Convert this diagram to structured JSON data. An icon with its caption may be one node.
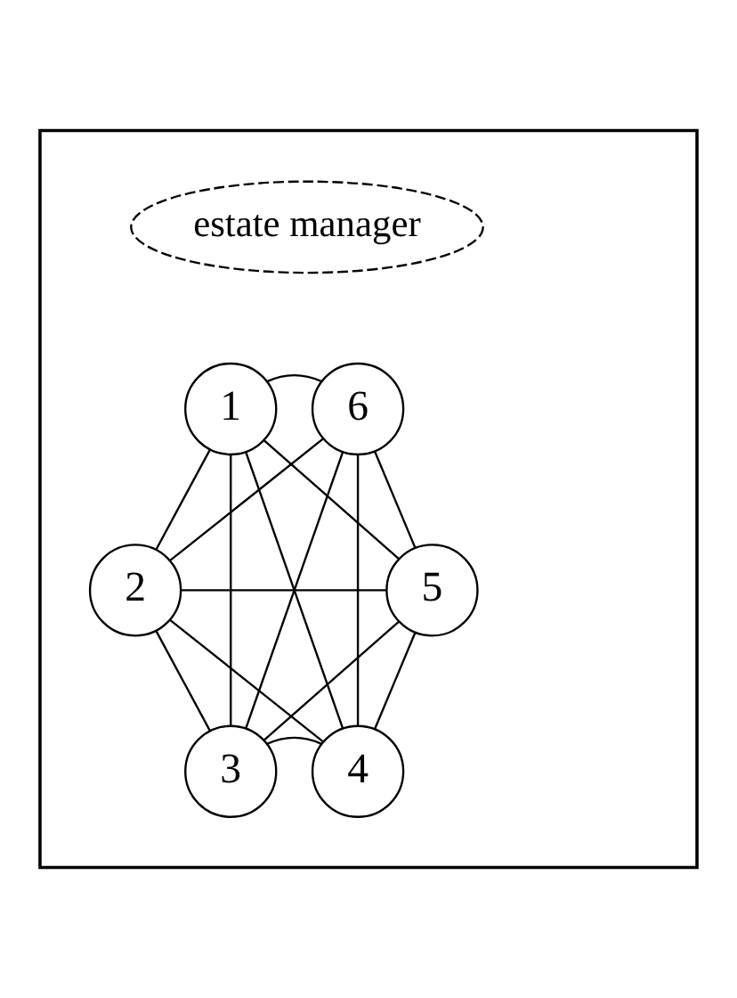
{
  "diagram": {
    "nodes": [
      {
        "text": [],
        "shape": "box"
      },
      {
        "text": [
          "estate manager"
        ],
        "in": 0
      },
      {
        "text": [
          "1"
        ],
        "in": 0
      },
      {
        "text": [
          "6"
        ],
        "in": 0
      },
      {
        "text": [
          "2"
        ],
        "in": 0
      },
      {
        "text": [
          "5"
        ],
        "in": 0
      },
      {
        "text": [
          "3"
        ],
        "in": 0
      },
      {
        "text": [
          "4"
        ],
        "in": 0
      }
    ],
    "edges": [
      {
        "from": 2,
        "to": 3,
        "arrow": "none"
      },
      {
        "from": 2,
        "to": 4,
        "arrow": "none"
      },
      {
        "from": 2,
        "to": 5,
        "arrow": "none"
      },
      {
        "from": 2,
        "to": 6,
        "arrow": "none"
      },
      {
        "from": 2,
        "to": 7,
        "arrow": "none"
      },
      {
        "from": 3,
        "to": 4,
        "arrow": "none"
      },
      {
        "from": 3,
        "to": 5,
        "arrow": "none"
      },
      {
        "from": 3,
        "to": 6,
        "arrow": "none"
      },
      {
        "from": 3,
        "to": 7,
        "arrow": "none"
      },
      {
        "from": 4,
        "to": 5,
        "arrow": "none"
      },
      {
        "from": 4,
        "to": 6,
        "arrow": "none"
      },
      {
        "from": 4,
        "to": 7,
        "arrow": "none"
      },
      {
        "from": 5,
        "to": 6,
        "arrow": "none"
      },
      {
        "from": 5,
        "to": 7,
        "arrow": "none"
      },
      {
        "from": 6,
        "to": 7,
        "arrow": "none"
      }
    ]
  }
}
